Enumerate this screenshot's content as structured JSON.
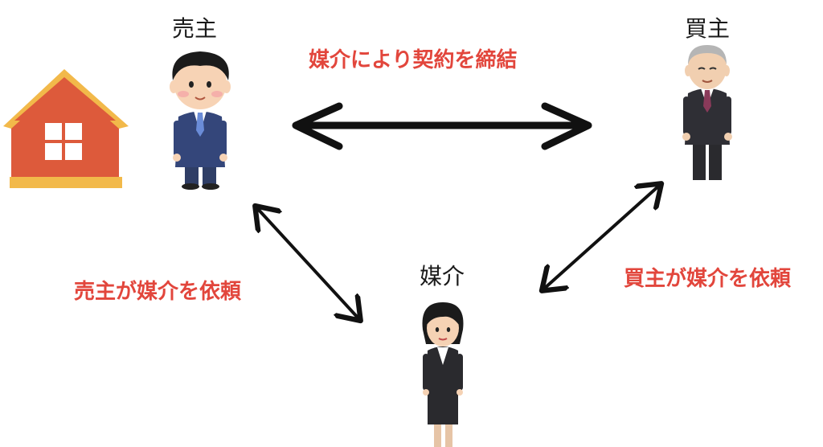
{
  "roles": {
    "seller": "売主",
    "buyer": "買主",
    "agent": "媒介"
  },
  "relationships": {
    "contract": "媒介により契約を締結",
    "seller_request": "売主が媒介を依頼",
    "buyer_request": "買主が媒介を依頼"
  },
  "colors": {
    "relation_text": "#e2463c",
    "arrow": "#111111",
    "house_wall": "#dd5a3b",
    "house_roof": "#f2b94a"
  },
  "icons": {
    "house": "house-icon",
    "seller": "businessman-icon",
    "buyer": "elderly-man-icon",
    "agent": "businesswoman-icon"
  }
}
